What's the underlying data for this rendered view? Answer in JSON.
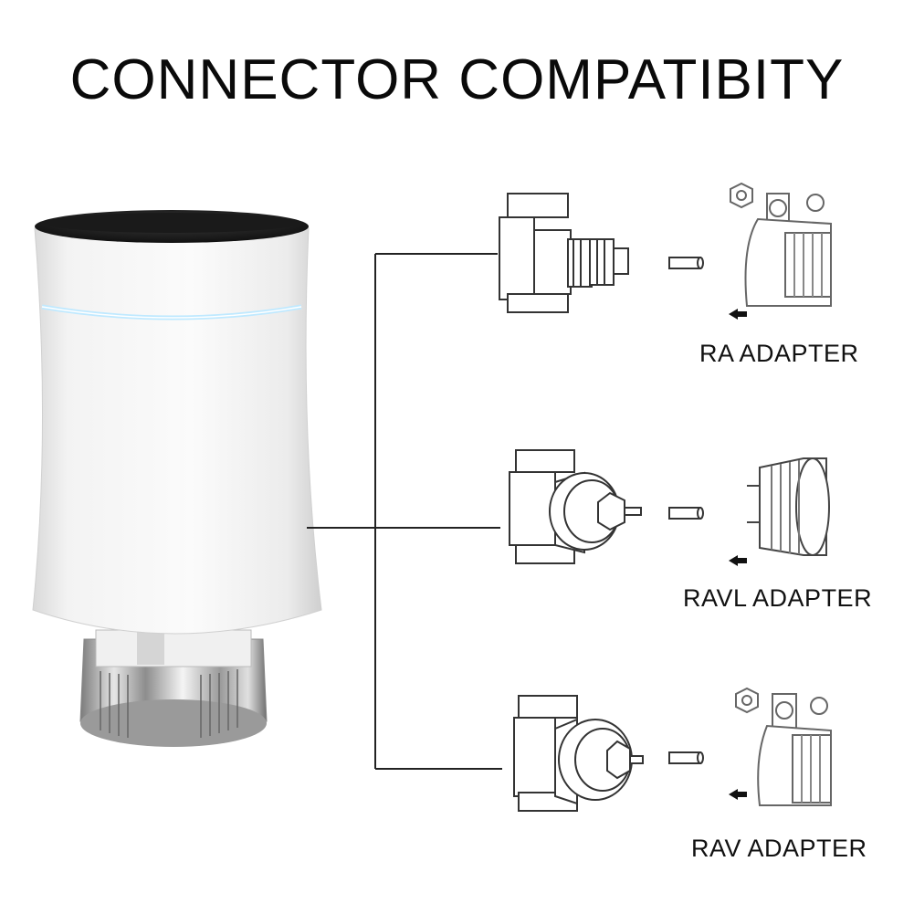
{
  "title": "CONNECTOR COMPATIBITY",
  "adapters": [
    {
      "label": "RA ADAPTER"
    },
    {
      "label": "RAVL ADAPTER"
    },
    {
      "label": "RAV ADAPTER"
    }
  ],
  "colors": {
    "accent_ring": "#bfe9ff",
    "line": "#222222",
    "body": "#f4f4f4"
  },
  "icons": [
    "smart-radiator-thermostat",
    "valve",
    "pin",
    "adapter",
    "arrow-left"
  ]
}
